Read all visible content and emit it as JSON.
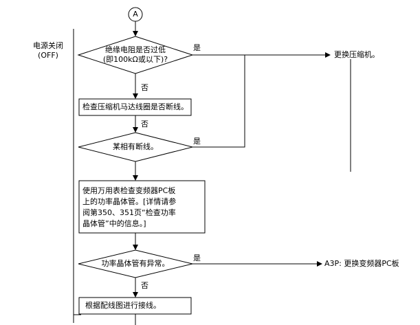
{
  "connector": {
    "label": "A"
  },
  "side_note": {
    "line1": "电源关闭",
    "line2": "(OFF)"
  },
  "steps": {
    "q_insulation": {
      "line1": "绝缘电阻是否过低",
      "line2": "(即100kΩ或以下)?"
    },
    "a_replace_compressor": "更换压缩机。",
    "s_check_winding": "检查压缩机马达线圈是否断线。",
    "q_phase_break": "某相有断线。",
    "s_check_transistor": {
      "line1": "使用万用表检查变频器PC板",
      "line2": "上的功率晶体管。[详情请参",
      "line3": "阅第350、351页“检查功率",
      "line4": "晶体管”中的信息。]"
    },
    "q_transistor_abnormal": "功率晶体管有异常。",
    "a_replace_pcb": "A3P: 更换变频器PC板",
    "s_wiring": "根据配线图进行接线。"
  },
  "branch_labels": {
    "yes_1": "是",
    "no_1": "否",
    "no_2": "否",
    "yes_2": "是",
    "yes_3": "是",
    "no_3": "否"
  }
}
